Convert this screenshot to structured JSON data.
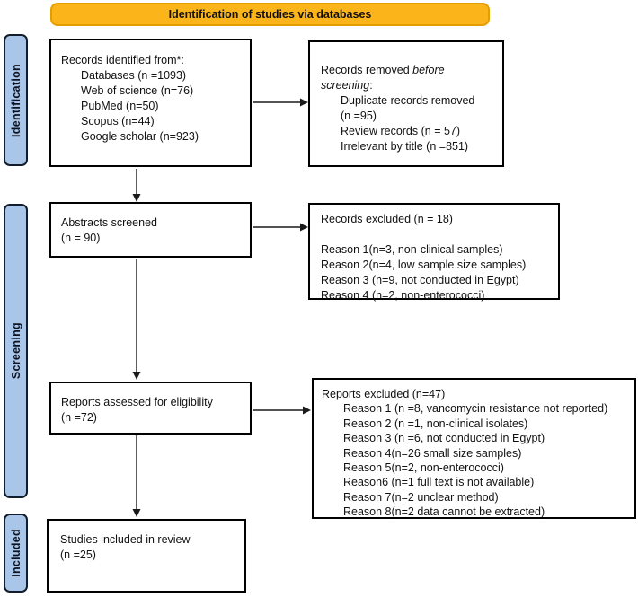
{
  "colors": {
    "banner_bg": "#FBB41A",
    "banner_border": "#E39E00",
    "stage_bg": "#A9C6E8",
    "stage_border": "#131C2B",
    "box_border": "#000000",
    "arrow": "#1A1A1A"
  },
  "banner": {
    "label": "Identification of studies via databases"
  },
  "stages": [
    {
      "label": "Identification"
    },
    {
      "label": "Screening"
    },
    {
      "label": "Included"
    }
  ],
  "boxes": {
    "records_identified": {
      "lines": [
        {
          "segs": [
            {
              "t": "Records identified from*:"
            }
          ]
        },
        {
          "ind": 1,
          "segs": [
            {
              "t": "Databases (n =1093)"
            }
          ]
        },
        {
          "ind": 1,
          "segs": [
            {
              "t": "Web of science (n=76)"
            }
          ]
        },
        {
          "ind": 1,
          "segs": [
            {
              "t": "PubMed (n=50)"
            }
          ]
        },
        {
          "ind": 1,
          "segs": [
            {
              "t": "Scopus (n=44)"
            }
          ]
        },
        {
          "ind": 1,
          "segs": [
            {
              "t": "Google scholar (n=923)"
            }
          ]
        }
      ]
    },
    "records_removed": {
      "lines": [
        {
          "segs": [
            {
              "t": "Records removed "
            },
            {
              "t": "before",
              "i": true
            }
          ]
        },
        {
          "segs": [
            {
              "t": "screening",
              "i": true
            },
            {
              "t": ":"
            }
          ]
        },
        {
          "ind": 1,
          "segs": [
            {
              "t": "Duplicate records removed"
            }
          ]
        },
        {
          "ind": 1,
          "segs": [
            {
              "t": "(n =95)"
            }
          ]
        },
        {
          "ind": 1,
          "segs": [
            {
              "t": "Review records (n = 57)"
            }
          ]
        },
        {
          "ind": 1,
          "segs": [
            {
              "t": "Irrelevant by title (n =851)"
            }
          ]
        }
      ]
    },
    "abstracts_screened": {
      "lines": [
        {
          "segs": [
            {
              "t": "Abstracts screened"
            }
          ]
        },
        {
          "segs": [
            {
              "t": "(n = 90)"
            }
          ]
        }
      ]
    },
    "records_excluded": {
      "lines": [
        {
          "segs": [
            {
              "t": "Records excluded (n = 18)"
            }
          ]
        },
        {
          "segs": []
        },
        {
          "segs": [
            {
              "t": "Reason 1(n=3, non-clinical samples)"
            }
          ]
        },
        {
          "segs": [
            {
              "t": "Reason 2(n=4, low sample size samples)"
            }
          ]
        },
        {
          "segs": [
            {
              "t": "Reason 3 (n=9, not conducted in Egypt)"
            }
          ]
        },
        {
          "segs": [
            {
              "t": "Reason 4 (n=2, non-enterococci)"
            }
          ]
        }
      ]
    },
    "reports_assessed": {
      "lines": [
        {
          "segs": [
            {
              "t": "Reports assessed for eligibility"
            }
          ]
        },
        {
          "segs": [
            {
              "t": "(n =72)"
            }
          ]
        }
      ]
    },
    "reports_excluded": {
      "lines": [
        {
          "segs": [
            {
              "t": "Reports excluded (n=47)"
            }
          ]
        },
        {
          "ind": 1,
          "segs": [
            {
              "t": "Reason 1 (n =8, vancomycin resistance not reported)"
            }
          ]
        },
        {
          "ind": 1,
          "segs": [
            {
              "t": "Reason 2 (n =1, non-clinical isolates)"
            }
          ]
        },
        {
          "ind": 1,
          "segs": [
            {
              "t": "Reason 3 (n =6, not conducted in Egypt)"
            }
          ]
        },
        {
          "ind": 1,
          "segs": [
            {
              "t": "Reason 4(n=26 small size samples)"
            }
          ]
        },
        {
          "ind": 1,
          "segs": [
            {
              "t": "Reason 5(n=2, non-enterococci)"
            }
          ]
        },
        {
          "ind": 1,
          "segs": [
            {
              "t": "Reason6 (n=1 full text is not available)"
            }
          ]
        },
        {
          "ind": 1,
          "segs": [
            {
              "t": "Reason 7(n=2 unclear method)"
            }
          ]
        },
        {
          "ind": 1,
          "segs": [
            {
              "t": "Reason 8(n=2 data cannot be extracted)"
            }
          ]
        }
      ]
    },
    "studies_included": {
      "lines": [
        {
          "segs": [
            {
              "t": "Studies included in review"
            }
          ]
        },
        {
          "segs": [
            {
              "t": "(n =25)"
            }
          ]
        }
      ]
    }
  }
}
